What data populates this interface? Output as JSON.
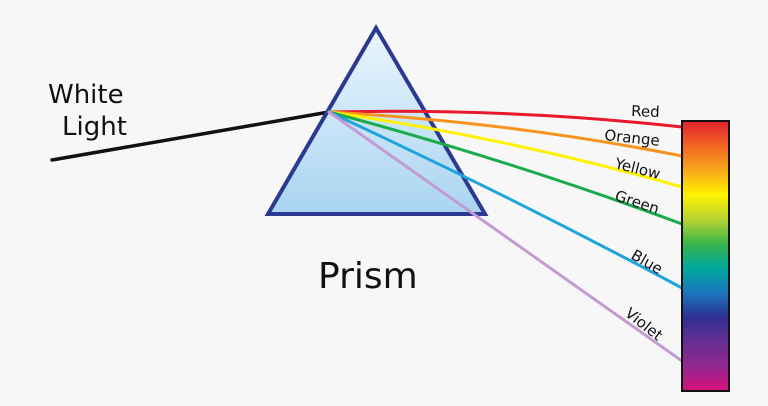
{
  "labels": {
    "white_light_line1": "White",
    "white_light_line2": "Light",
    "prism": "Prism"
  },
  "rays": [
    {
      "name": "Red",
      "color": "#e8192c"
    },
    {
      "name": "Orange",
      "color": "#f7941d"
    },
    {
      "name": "Yellow",
      "color": "#fff200"
    },
    {
      "name": "Green",
      "color": "#1bab4b"
    },
    {
      "name": "Blue",
      "color": "#1fa3dd"
    },
    {
      "name": "Violet",
      "color": "#c39bd3"
    }
  ],
  "colors": {
    "prism_outline": "#2b3990",
    "prism_fill_top": "#eaf6fd",
    "prism_fill_bottom": "#a9d4f1",
    "white_light_ray": "#111111",
    "background": "#f7f7f7"
  },
  "spectrum_colors": [
    "#e02030",
    "#f26522",
    "#f7a81b",
    "#fff200",
    "#b7d431",
    "#39b54a",
    "#00a99d",
    "#1b75bc",
    "#2e3192",
    "#662d91",
    "#92278f",
    "#d8127b"
  ]
}
